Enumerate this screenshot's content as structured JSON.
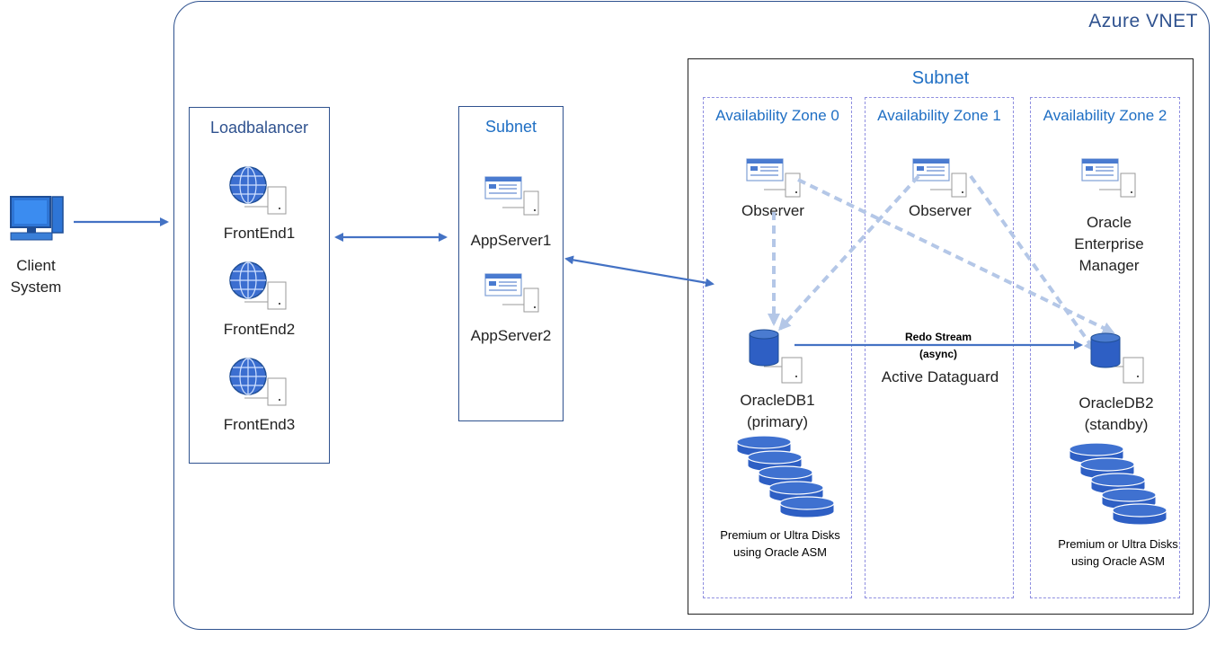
{
  "client": {
    "label_line1": "Client",
    "label_line2": "System"
  },
  "vnet": {
    "title": "Azure VNET"
  },
  "loadbalancer": {
    "title": "Loadbalancer",
    "items": [
      {
        "label": "FrontEnd1"
      },
      {
        "label": "FrontEnd2"
      },
      {
        "label": "FrontEnd3"
      }
    ]
  },
  "app_subnet": {
    "title": "Subnet",
    "items": [
      {
        "label": "AppServer1"
      },
      {
        "label": "AppServer2"
      }
    ]
  },
  "db_subnet": {
    "title": "Subnet",
    "zones": [
      {
        "title": "Availability Zone 0"
      },
      {
        "title": "Availability Zone 1"
      },
      {
        "title": "Availability Zone 2"
      }
    ],
    "observer0": "Observer",
    "observer1": "Observer",
    "oem_line1": "Oracle",
    "oem_line2": "Enterprise",
    "oem_line3": "Manager",
    "db1_line1": "OracleDB1",
    "db1_line2": "(primary)",
    "db2_line1": "OracleDB2",
    "db2_line2": "(standby)",
    "disks1": "Premium or Ultra Disks using Oracle ASM",
    "disks2": "Premium or Ultra Disks using Oracle ASM",
    "redo_line1": "Redo Stream",
    "redo_line2": "(async)",
    "dataguard": "Active Dataguard"
  },
  "colors": {
    "accent": "#4472c4",
    "border": "#2f528f",
    "zone_title": "#1f6fc4",
    "dashed_arrow": "#b4c7e7",
    "zone_border": "#8f8fe0"
  },
  "icons": [
    "computer-icon",
    "globe-server-icon",
    "web-server-icon",
    "database-icon",
    "disk-stack-icon"
  ]
}
